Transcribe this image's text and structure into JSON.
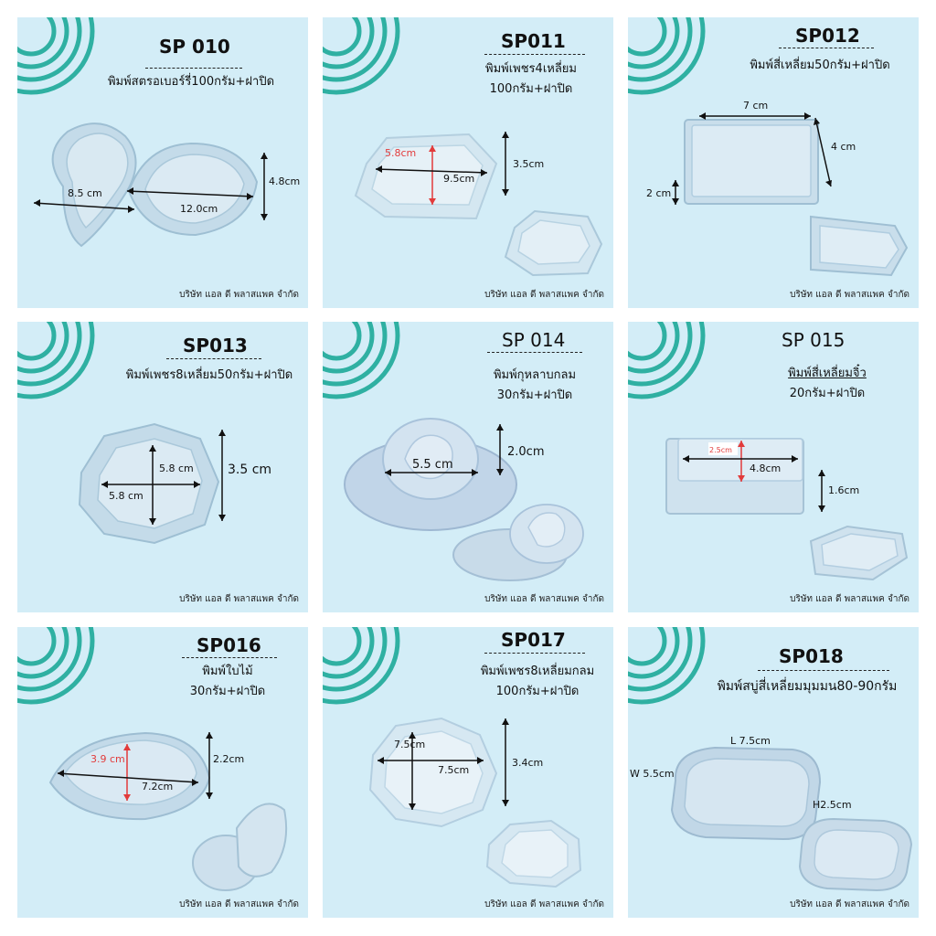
{
  "company": "บริษัท แอล ดี พลาสแพค จำกัด",
  "colors": {
    "card_bg": "#d3edf7",
    "swirl": "#2fb0a2",
    "plastic": "#bcd6e6",
    "highlight_red": "#e23b3b"
  },
  "cards": [
    {
      "code": "SP 010",
      "desc": [
        "พิมพ์สตรอเบอร์รี่100กรัม+ฝาปิด"
      ],
      "dims": [
        "8.5 cm",
        "12.0cm",
        "4.8cm"
      ]
    },
    {
      "code": "SP011",
      "desc": [
        "พิมพ์เพชร4เหลี่ยม",
        "100กรัม+ฝาปิด"
      ],
      "dims": [
        "5.8cm",
        "9.5cm",
        "3.5cm"
      ]
    },
    {
      "code": "SP012",
      "desc": [
        "พิมพ์สี่เหลี่ยม50กรัม+ฝาปิด"
      ],
      "dims": [
        "7 cm",
        "4 cm",
        "2 cm"
      ]
    },
    {
      "code": "SP013",
      "desc": [
        "พิมพ์เพชร8เหลี่ยม50กรัม+ฝาปิด"
      ],
      "dims": [
        "5.8 cm",
        "5.8 cm",
        "3.5 cm"
      ]
    },
    {
      "code": "SP 014",
      "desc": [
        "พิมพ์กุหลาบกลม",
        "30กรัม+ฝาปิด"
      ],
      "dims": [
        "5.5 cm",
        "2.0cm"
      ]
    },
    {
      "code": "SP 015",
      "desc": [
        "พิมพ์สี่เหลี่ยมจิ๋ว",
        "20กรัม+ฝาปิด"
      ],
      "dims": [
        "2.5cm",
        "4.8cm",
        "1.6cm"
      ]
    },
    {
      "code": "SP016",
      "desc": [
        "พิมพ์ใบไม้",
        "30กรัม+ฝาปิด"
      ],
      "dims": [
        "3.9 cm",
        "7.2cm",
        "2.2cm"
      ]
    },
    {
      "code": "SP017",
      "desc": [
        "พิมพ์เพชร8เหลี่ยมกลม",
        "100กรัม+ฝาปิด"
      ],
      "dims": [
        "7.5cm",
        "7.5cm",
        "3.4cm"
      ]
    },
    {
      "code": "SP018",
      "desc": [
        "พิมพ์สบู่สี่เหลี่ยมมุมมน80-90กรัม"
      ],
      "dims": [
        "L 7.5cm",
        "W 5.5cm",
        "H2.5cm"
      ]
    }
  ]
}
